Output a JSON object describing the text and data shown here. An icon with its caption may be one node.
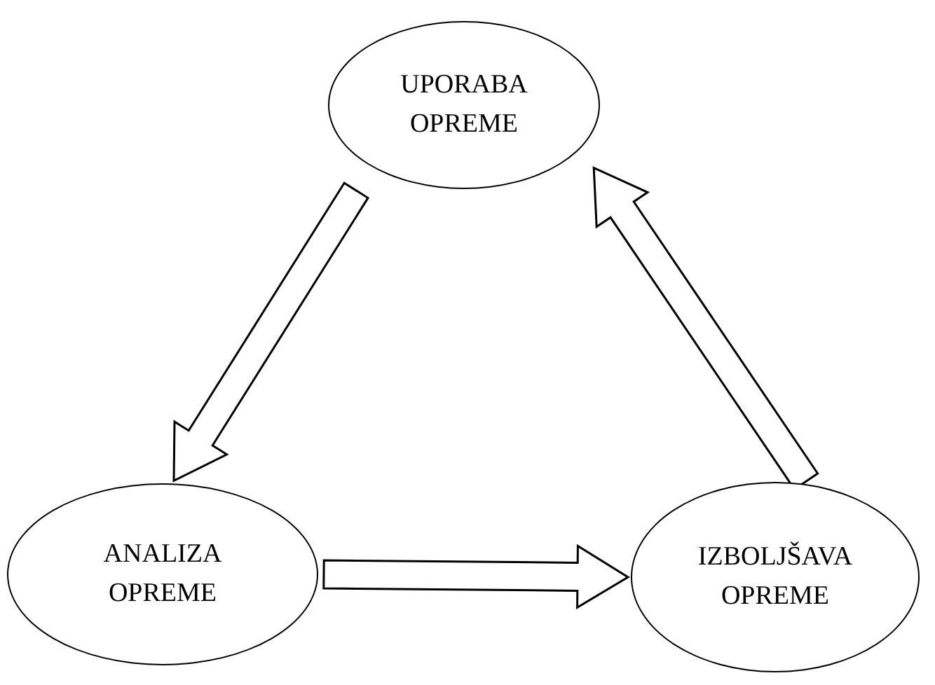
{
  "diagram": {
    "nodes": [
      {
        "text": [
          "UPORABA OPREME"
        ]
      },
      {
        "text": [
          "ANALIZA OPREME"
        ]
      },
      {
        "text": [
          "IZBOLJŠAVA OPREME"
        ]
      }
    ],
    "edges": [
      {
        "from": 0,
        "to": 1,
        "arrow": "to"
      },
      {
        "from": 1,
        "to": 2,
        "arrow": "to"
      },
      {
        "from": 2,
        "to": 0,
        "arrow": "to"
      }
    ]
  }
}
